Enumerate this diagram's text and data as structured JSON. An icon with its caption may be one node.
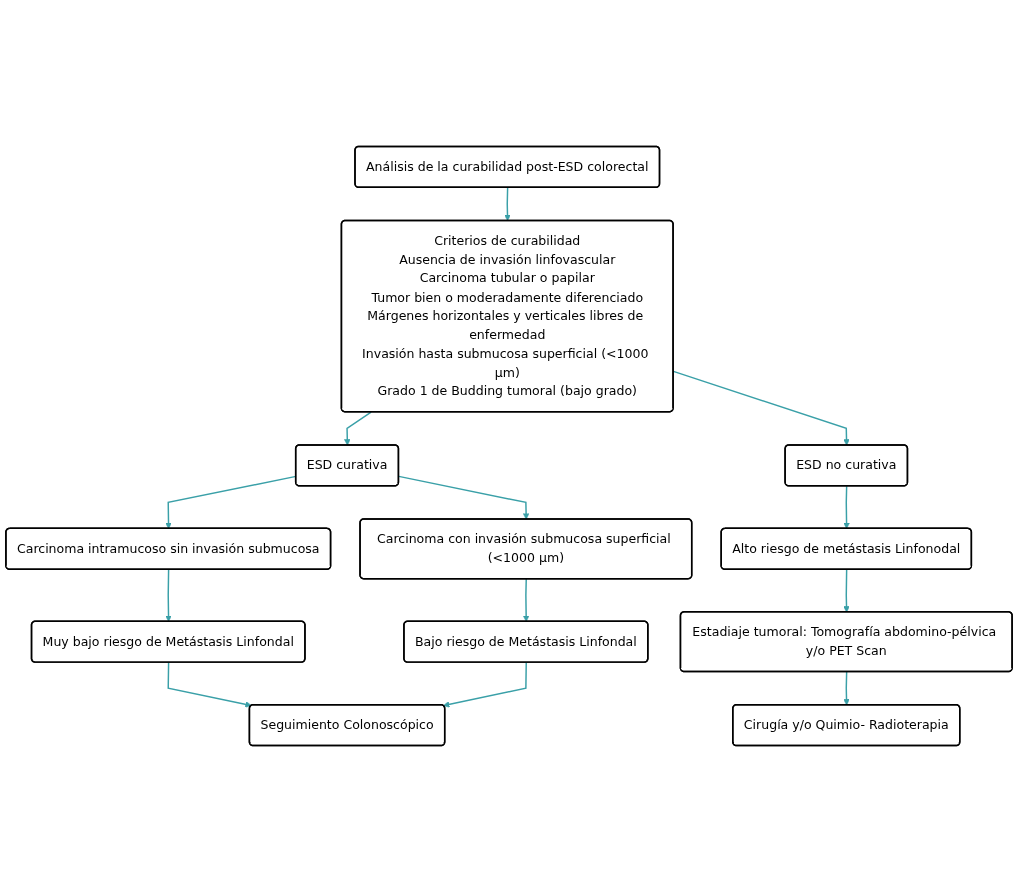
{
  "diagram": {
    "nodes": [
      {
        "text": [
          "Análisis de la curabilidad post-ESD colorectal"
        ]
      },
      {
        "text": [
          "Criterios de curabilidad",
          "Ausencia de invasión linfovascular",
          "Carcinoma tubular o papilar",
          "Tumor bien o moderadamente diferenciado",
          "Márgenes horizontales y verticales libres de enfermedad",
          "Invasión hasta submucosa superficial (<1000 μm)",
          "Grado 1 de Budding tumoral (bajo grado)"
        ]
      },
      {
        "text": [
          "ESD curativa"
        ]
      },
      {
        "text": [
          "ESD no curativa"
        ]
      },
      {
        "text": [
          "Carcinoma intramucoso sin invasión submucosa"
        ]
      },
      {
        "text": [
          "Carcinoma con invasión submucosa superficial (<1000 μm)"
        ]
      },
      {
        "text": [
          "Muy bajo riesgo de Metástasis Linfondal"
        ]
      },
      {
        "text": [
          "Bajo riesgo de Metástasis Linfondal"
        ]
      },
      {
        "text": [
          "Seguimiento Colonoscópico"
        ]
      },
      {
        "text": [
          "Alto riesgo de metástasis Linfonodal"
        ]
      },
      {
        "text": [
          "Estadiaje tumoral: Tomografía abdomino-pélvica y/o PET Scan"
        ]
      },
      {
        "text": [
          "Cirugía y/o Quimio- Radioterapia"
        ]
      }
    ],
    "edges": [
      {
        "from": 0,
        "to": 1,
        "arrow": "to"
      },
      {
        "from": 1,
        "to": 2,
        "arrow": "to"
      },
      {
        "from": 1,
        "to": 3,
        "arrow": "to"
      },
      {
        "from": 2,
        "to": 4,
        "arrow": "to"
      },
      {
        "from": 2,
        "to": 5,
        "arrow": "to"
      },
      {
        "from": 4,
        "to": 6,
        "arrow": "to"
      },
      {
        "from": 5,
        "to": 7,
        "arrow": "to"
      },
      {
        "from": 6,
        "to": 8,
        "arrow": "to"
      },
      {
        "from": 7,
        "to": 8,
        "arrow": "to"
      },
      {
        "from": 3,
        "to": 9,
        "arrow": "to"
      },
      {
        "from": 9,
        "to": 10,
        "arrow": "to"
      },
      {
        "from": 10,
        "to": 11,
        "arrow": "to"
      }
    ]
  }
}
